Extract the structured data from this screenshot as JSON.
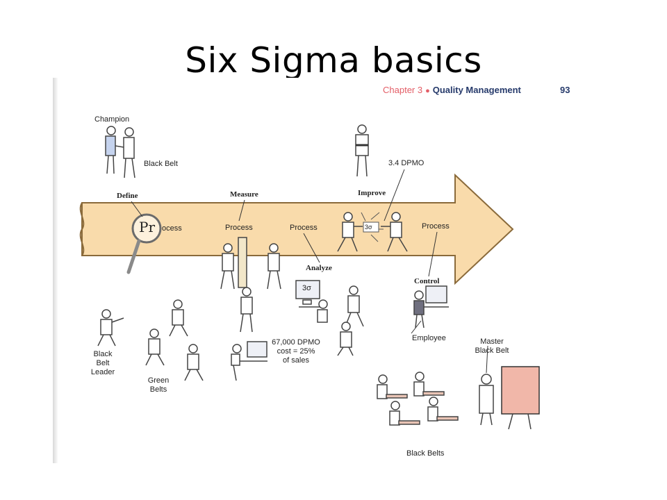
{
  "slide_title": "Six Sigma basics",
  "book_header": {
    "chapter": "Chapter 3",
    "section": "Quality Management",
    "page_number": "93"
  },
  "stages": {
    "define": "Define",
    "measure": "Measure",
    "analyze": "Analyze",
    "improve": "Improve",
    "control": "Control"
  },
  "arrow_labels": {
    "pr_magnifier": "Pr",
    "ocess": "ocess",
    "process_1": "Process",
    "process_2": "Process",
    "process_3": "Process",
    "improve_box": "3σ"
  },
  "people": {
    "champion": "Champion",
    "black_belt": "Black Belt",
    "dpmo_target": "3.4 DPMO",
    "black_belt_leader": [
      "Black",
      "Belt",
      "Leader"
    ],
    "green_belts": [
      "Green",
      "Belts"
    ],
    "cost_note": [
      "67,000 DPMO",
      "cost = 25%",
      "of sales"
    ],
    "employee": "Employee",
    "master_black_belt": [
      "Master",
      "Black Belt"
    ],
    "black_belts": "Black Belts",
    "monitor_sigma": "3σ"
  },
  "colors": {
    "arrow_fill": "#f9dbab",
    "arrow_stroke": "#8a6a3a",
    "header_chapter": "#e35d66",
    "header_section": "#263a6b"
  }
}
